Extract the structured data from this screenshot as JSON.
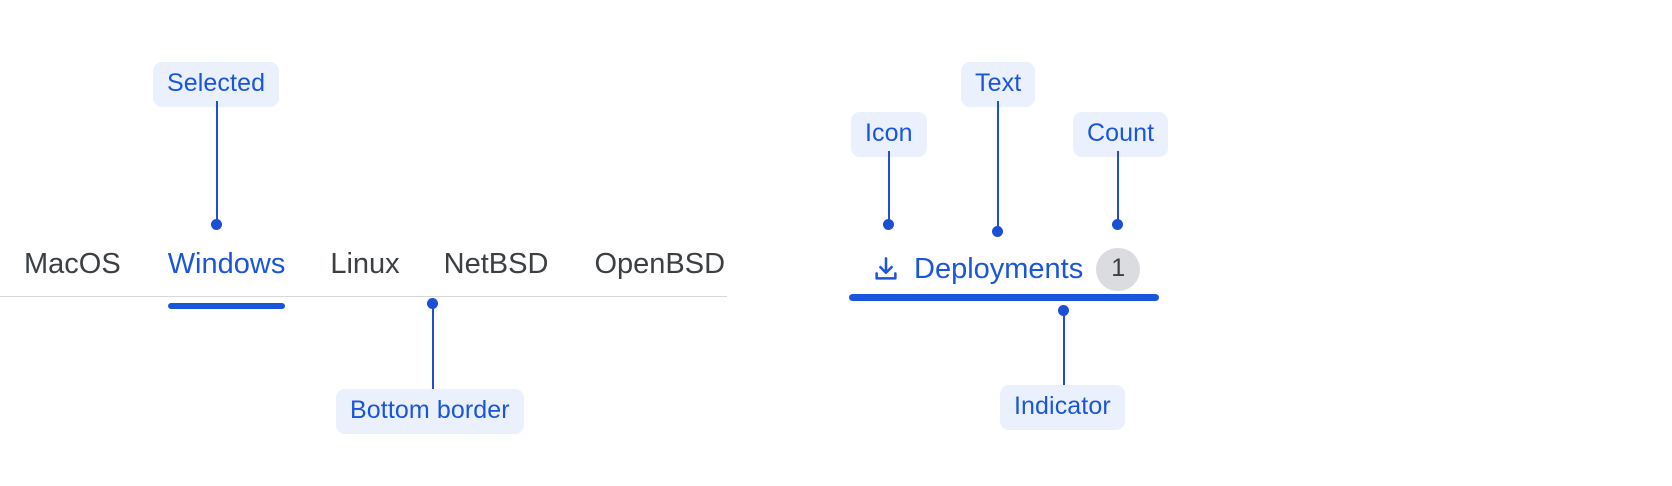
{
  "annotations": {
    "selected": "Selected",
    "bottom_border": "Bottom border",
    "icon": "Icon",
    "text": "Text",
    "count": "Count",
    "indicator": "Indicator"
  },
  "left_tabbar": {
    "tabs": [
      {
        "label": "MacOS",
        "selected": false
      },
      {
        "label": "Windows",
        "selected": true
      },
      {
        "label": "Linux",
        "selected": false
      },
      {
        "label": "NetBSD",
        "selected": false
      },
      {
        "label": "OpenBSD",
        "selected": false
      }
    ]
  },
  "right_tab": {
    "icon": "download-icon",
    "label": "Deployments",
    "count": "1",
    "selected": true
  },
  "colors": {
    "accent": "#1a56db",
    "leader": "#1a4fd6",
    "callout_bg": "#eaf1fd",
    "tab_text": "#3c4043",
    "divider": "#d8d8d8",
    "badge_bg": "#dadce0"
  }
}
